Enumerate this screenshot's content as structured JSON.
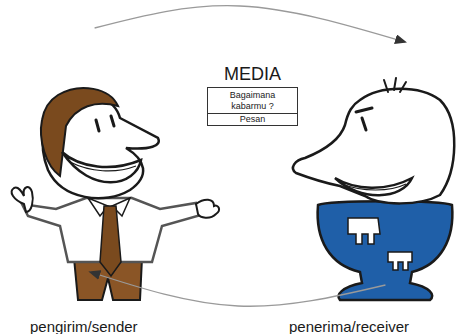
{
  "diagram": {
    "nodes": [
      {
        "text": [
          "MEDIA",
          "Bagaimana kabarmu ?",
          "Pesan"
        ]
      },
      {
        "text": [
          "pengirim/sender"
        ]
      },
      {
        "text": [
          "penerima/receiver"
        ]
      }
    ],
    "edges": [
      {
        "from": 1,
        "to": 2,
        "arrow": "to"
      },
      {
        "from": 2,
        "to": 1,
        "arrow": "to"
      }
    ]
  }
}
